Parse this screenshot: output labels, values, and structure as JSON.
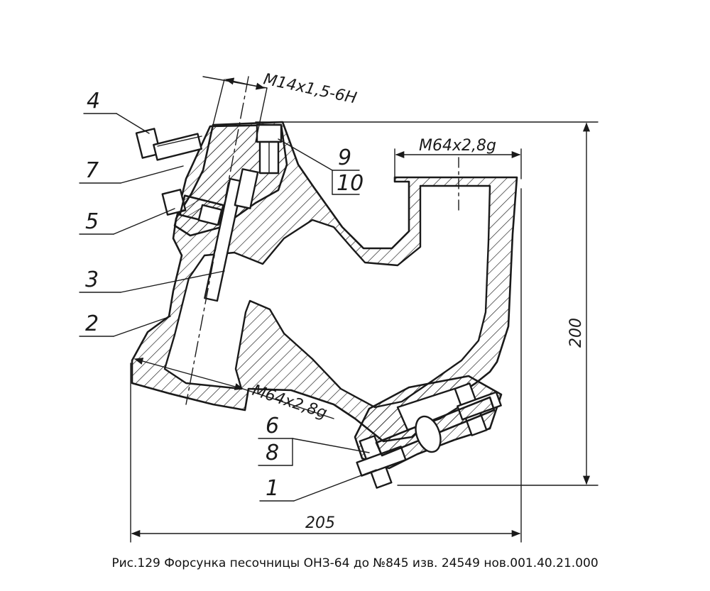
{
  "caption": "Рис.129 Форсунка песочницы ОНЗ-64 до №845 изв. 24549 нов.001.40.21.000",
  "callouts": {
    "c1": "1",
    "c2": "2",
    "c3": "3",
    "c4": "4",
    "c5": "5",
    "c6": "6",
    "c7": "7",
    "c8": "8",
    "c9": "9",
    "c10": "10"
  },
  "dimensions": {
    "thread_small": "М14х1,5-6Н",
    "thread_top": "М64х2,8g",
    "thread_bottom": "М64х2,8g",
    "height": "200",
    "width": "205"
  },
  "colors": {
    "ink": "#1a1a1a",
    "paper": "#ffffff"
  }
}
